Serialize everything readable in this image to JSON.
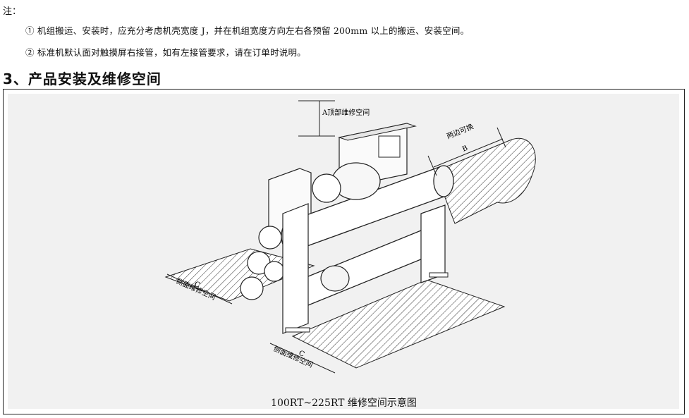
{
  "notes": {
    "label": "注：",
    "items": [
      "① 机组搬运、安装时，应充分考虑机壳宽度 J，并在机组宽度方向左右各预留 200mm 以上的搬运、安装空间。",
      "② 标准机默认面对触摸屏右接管，如有左接管要求，请在订单时说明。"
    ]
  },
  "section": {
    "heading": "3、产品安装及维修空间"
  },
  "figure": {
    "caption": "100RT~225RT 维修空间示意图",
    "labels": {
      "top_space": "A顶部维修空间",
      "swap_sides": "两边可换",
      "dim_b": "B",
      "dim_c_left": "C",
      "side_space_left": "侧面维修空间",
      "dim_c_bottom": "C",
      "side_space_bottom": "侧面维修空间"
    }
  }
}
